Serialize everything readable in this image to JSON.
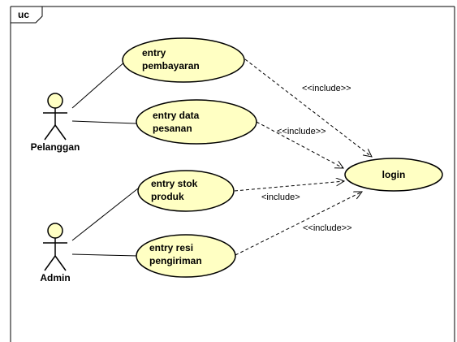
{
  "frame": {
    "label": "uc"
  },
  "colors": {
    "usecase_fill": "#ffffc3",
    "stroke": "#000000",
    "background": "#ffffff"
  },
  "actors": [
    {
      "id": "pelanggan",
      "name": "Pelanggan"
    },
    {
      "id": "admin",
      "name": "Admin"
    }
  ],
  "usecases": [
    {
      "id": "uc-entry-pembayaran",
      "lines": [
        "entry",
        "pembayaran"
      ]
    },
    {
      "id": "uc-entry-data-pesanan",
      "lines": [
        "entry data",
        "pesanan"
      ]
    },
    {
      "id": "uc-entry-stok-produk",
      "lines": [
        "entry stok",
        "produk"
      ]
    },
    {
      "id": "uc-entry-resi-pengiriman",
      "lines": [
        "entry resi",
        "pengiriman"
      ]
    },
    {
      "id": "uc-login",
      "lines": [
        "login"
      ]
    }
  ],
  "relations": [
    {
      "id": "include-1",
      "label": "<<include>>"
    },
    {
      "id": "include-2",
      "label": "<<include>>"
    },
    {
      "id": "include-3",
      "label": "<include>"
    },
    {
      "id": "include-4",
      "label": "<<include>>"
    }
  ]
}
